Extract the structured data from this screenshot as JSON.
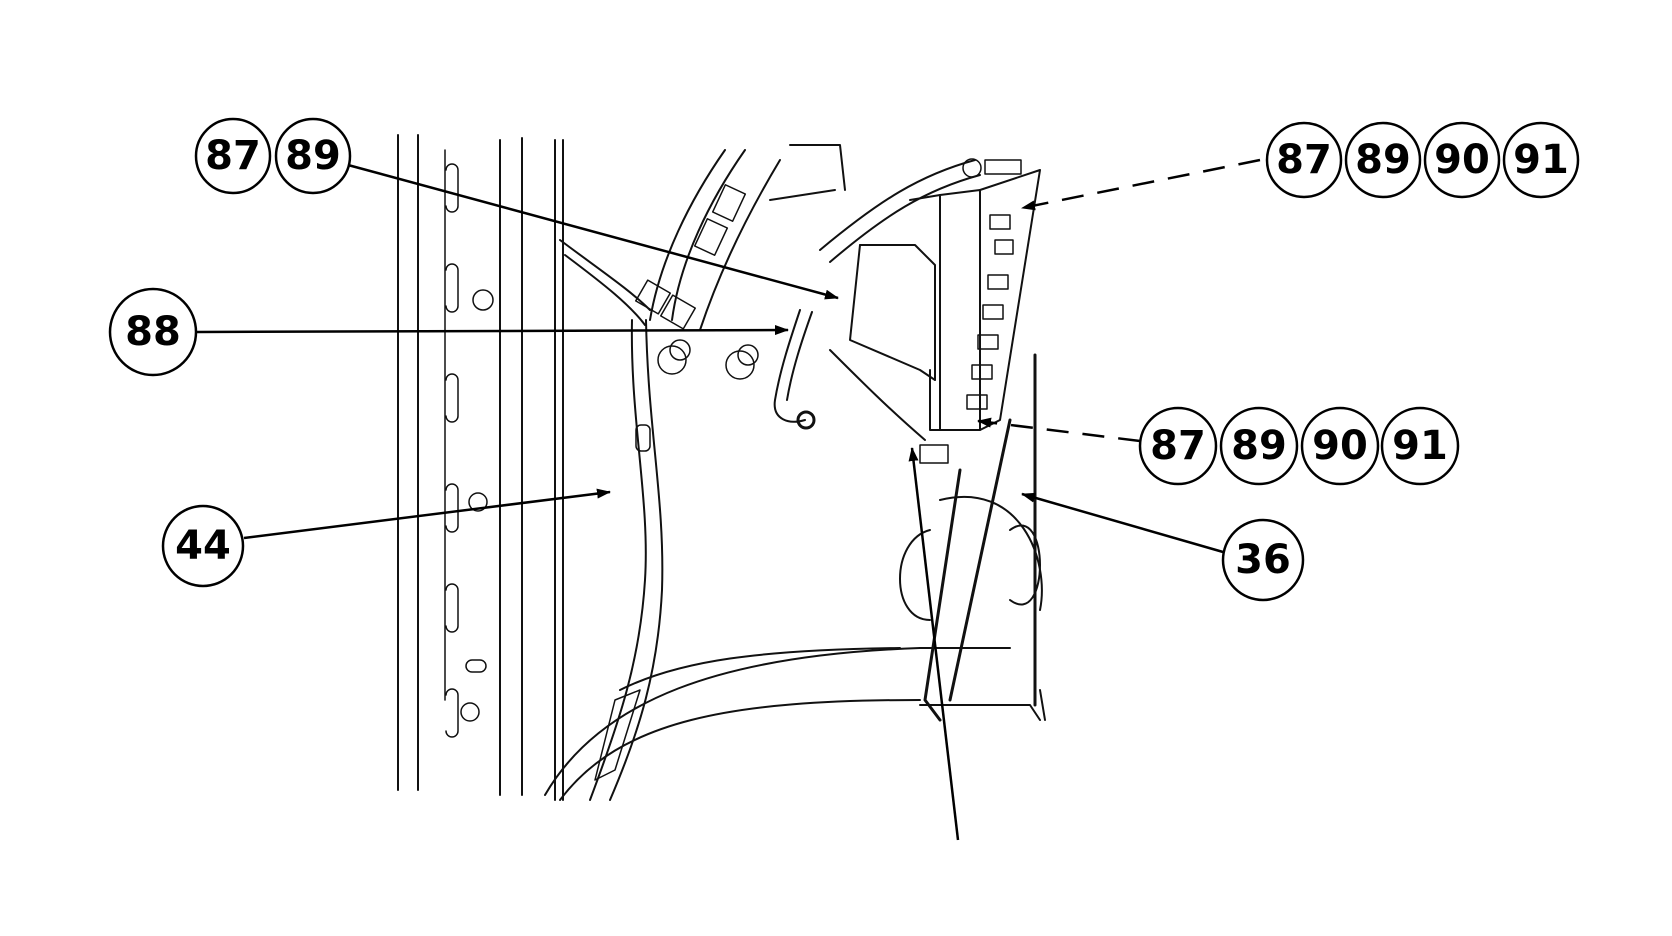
{
  "callouts": {
    "c1a": "87",
    "c1b": "89",
    "c2a": "87",
    "c2b": "89",
    "c2c": "90",
    "c2d": "91",
    "c3": "88",
    "c4a": "87",
    "c4b": "89",
    "c4c": "90",
    "c4d": "91",
    "c5": "44",
    "c6": "36"
  }
}
